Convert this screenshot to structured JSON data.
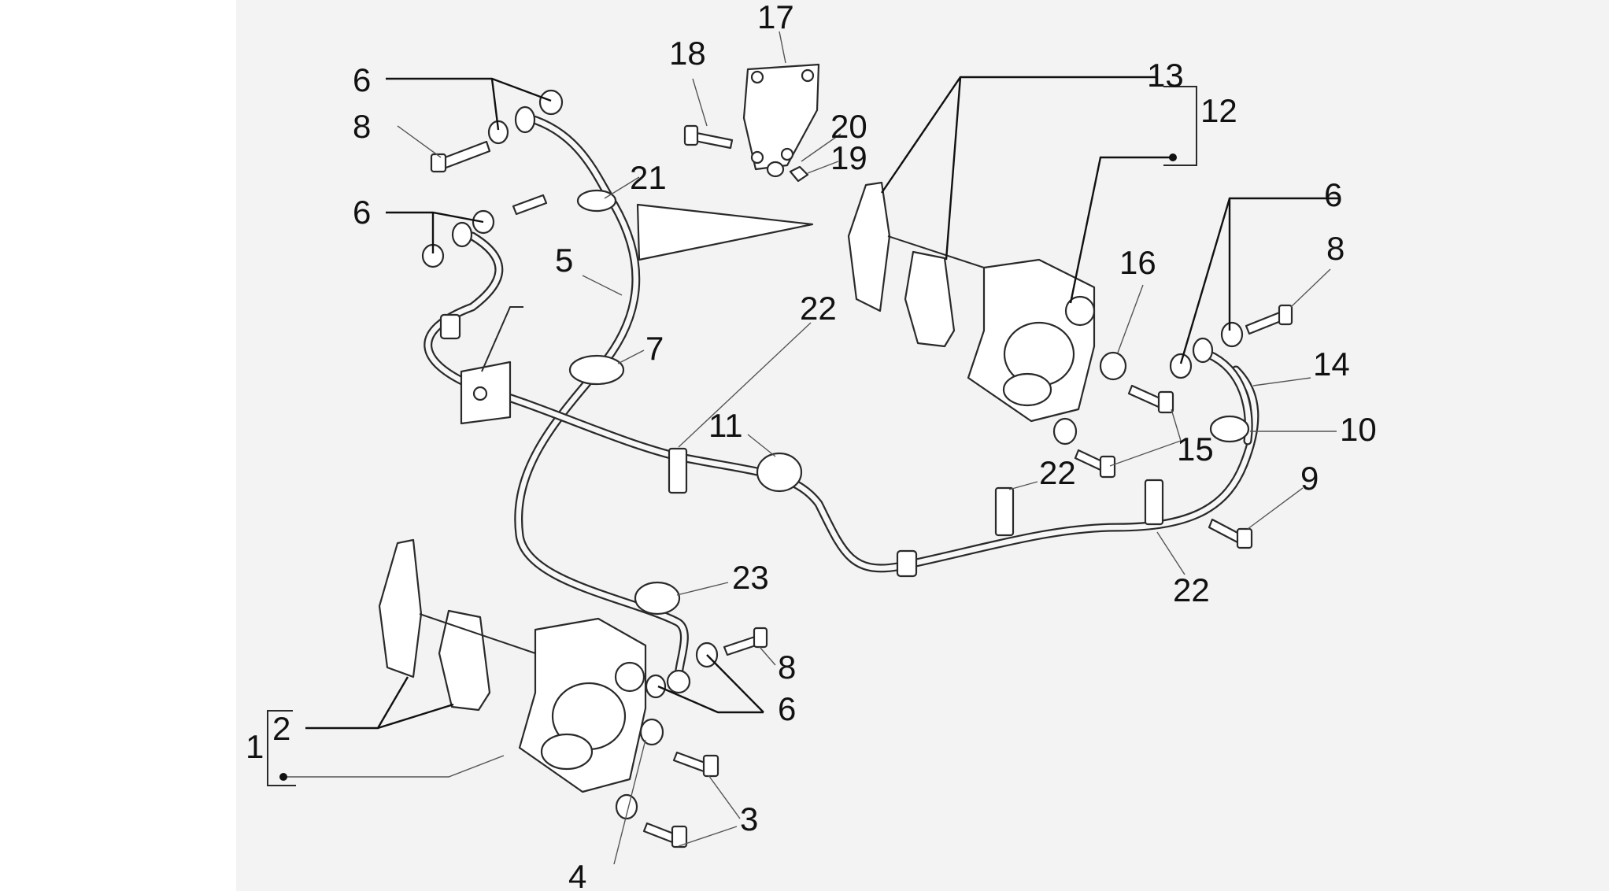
{
  "diagram": {
    "callouts": [
      {
        "id": "c1",
        "text": "1"
      },
      {
        "id": "c2",
        "text": "2"
      },
      {
        "id": "c3",
        "text": "3"
      },
      {
        "id": "c4",
        "text": "4"
      },
      {
        "id": "c5",
        "text": "5"
      },
      {
        "id": "c6a",
        "text": "6"
      },
      {
        "id": "c6b",
        "text": "6"
      },
      {
        "id": "c6c",
        "text": "6"
      },
      {
        "id": "c6d",
        "text": "6"
      },
      {
        "id": "c7",
        "text": "7"
      },
      {
        "id": "c8a",
        "text": "8"
      },
      {
        "id": "c8b",
        "text": "8"
      },
      {
        "id": "c8c",
        "text": "8"
      },
      {
        "id": "c9",
        "text": "9"
      },
      {
        "id": "c10",
        "text": "10"
      },
      {
        "id": "c11",
        "text": "11"
      },
      {
        "id": "c12",
        "text": "12"
      },
      {
        "id": "c13",
        "text": "13"
      },
      {
        "id": "c14",
        "text": "14"
      },
      {
        "id": "c15",
        "text": "15"
      },
      {
        "id": "c16",
        "text": "16"
      },
      {
        "id": "c17",
        "text": "17"
      },
      {
        "id": "c18",
        "text": "18"
      },
      {
        "id": "c19",
        "text": "19"
      },
      {
        "id": "c20",
        "text": "20"
      },
      {
        "id": "c21",
        "text": "21"
      },
      {
        "id": "c22a",
        "text": "22"
      },
      {
        "id": "c22b",
        "text": "22"
      },
      {
        "id": "c22c",
        "text": "22"
      },
      {
        "id": "c23",
        "text": "23"
      }
    ]
  }
}
